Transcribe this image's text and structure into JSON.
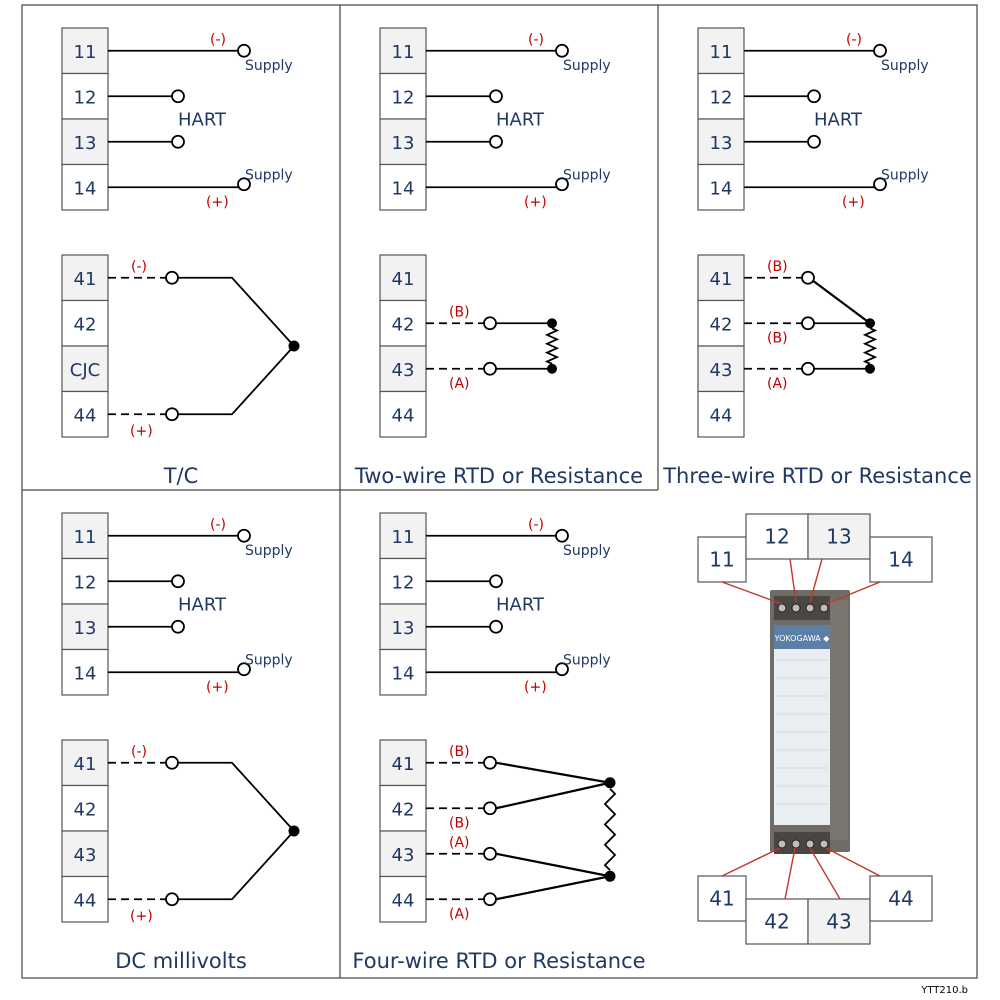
{
  "figure_code": "YTT210.b",
  "supply_neg": "(-)",
  "supply_pos": "(+)",
  "supply_label": "Supply",
  "hart_label": "HART",
  "colors": {
    "text": "#1f3864",
    "polarity": "#c00000",
    "arrow": "#c0392b",
    "cell_fill": "#f2f2f2"
  },
  "panels": [
    {
      "key": "tc",
      "title": "T/C",
      "top_terminals": [
        "11",
        "12",
        "13",
        "14"
      ],
      "bottom_terminals": [
        "41",
        "42",
        "CJC",
        "44"
      ],
      "sensor": "thermocouple",
      "labels": {
        "t1": "(-)",
        "t4": "(+)"
      }
    },
    {
      "key": "rtd2",
      "title": "Two-wire RTD or Resistance",
      "top_terminals": [
        "11",
        "12",
        "13",
        "14"
      ],
      "bottom_terminals": [
        "41",
        "42",
        "43",
        "44"
      ],
      "sensor": "rtd2",
      "labels": {
        "t2": "(B)",
        "t3": "(A)"
      }
    },
    {
      "key": "rtd3",
      "title": "Three-wire RTD or Resistance",
      "top_terminals": [
        "11",
        "12",
        "13",
        "14"
      ],
      "bottom_terminals": [
        "41",
        "42",
        "43",
        "44"
      ],
      "sensor": "rtd3",
      "labels": {
        "t1": "(B)",
        "t2": "(B)",
        "t3": "(A)"
      }
    },
    {
      "key": "mv",
      "title": "DC millivolts",
      "top_terminals": [
        "11",
        "12",
        "13",
        "14"
      ],
      "bottom_terminals": [
        "41",
        "42",
        "43",
        "44"
      ],
      "sensor": "thermocouple",
      "labels": {
        "t1": "(-)",
        "t4": "(+)"
      }
    },
    {
      "key": "rtd4",
      "title": "Four-wire RTD or Resistance",
      "top_terminals": [
        "11",
        "12",
        "13",
        "14"
      ],
      "bottom_terminals": [
        "41",
        "42",
        "43",
        "44"
      ],
      "sensor": "rtd4",
      "labels": {
        "t1": "(B)",
        "t2": "(B)",
        "t3": "(A)",
        "t4": "(A)"
      }
    }
  ],
  "device": {
    "brand": "YOKOGAWA ◆",
    "top_labels": [
      "11",
      "12",
      "13",
      "14"
    ],
    "bottom_labels": [
      "41",
      "42",
      "43",
      "44"
    ]
  }
}
